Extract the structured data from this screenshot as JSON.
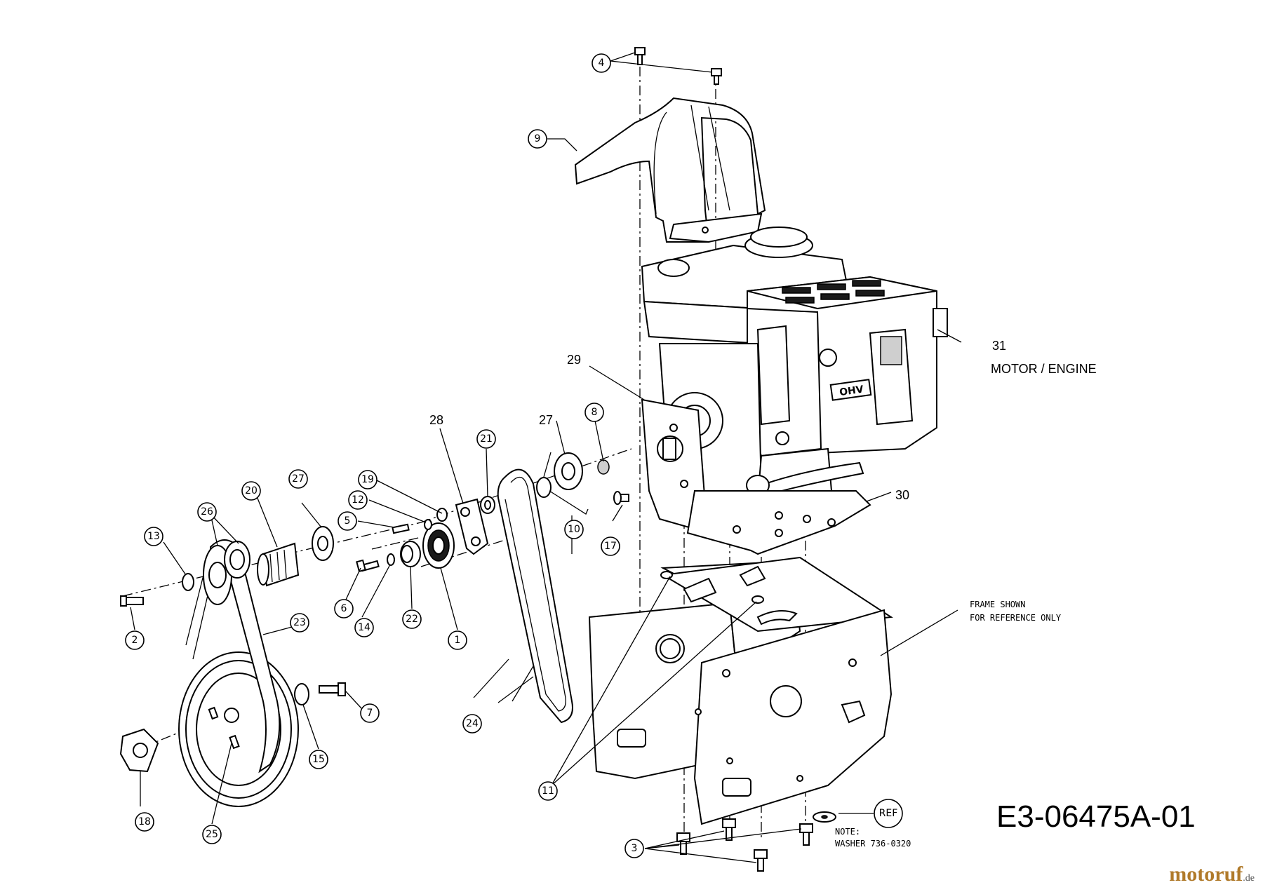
{
  "diagram": {
    "drawing_id": "E3-06475A-01",
    "watermark": "motoruf",
    "watermark_domain": ".de",
    "engine_label": "MOTOR / ENGINE",
    "frame_note_line1": "FRAME SHOWN",
    "frame_note_line2": "FOR REFERENCE ONLY",
    "washer_note_line1": "NOTE:",
    "washer_note_line2": "WASHER 736-0320",
    "ref_label": "REF"
  },
  "callouts": {
    "c1": "1",
    "c2": "2",
    "c3": "3",
    "c4": "4",
    "c5": "5",
    "c6": "6",
    "c7": "7",
    "c8": "8",
    "c9": "9",
    "c10": "10",
    "c11": "11",
    "c12": "12",
    "c13": "13",
    "c14": "14",
    "c15": "15",
    "c17": "17",
    "c18": "18",
    "c19": "19",
    "c20": "20",
    "c21": "21",
    "c22": "22",
    "c23": "23",
    "c24": "24",
    "c25": "25",
    "c26": "26",
    "c27a": "27"
  },
  "plain_labels": {
    "p27": "27",
    "p28": "28",
    "p29": "29",
    "p30": "30",
    "p31": "31"
  }
}
